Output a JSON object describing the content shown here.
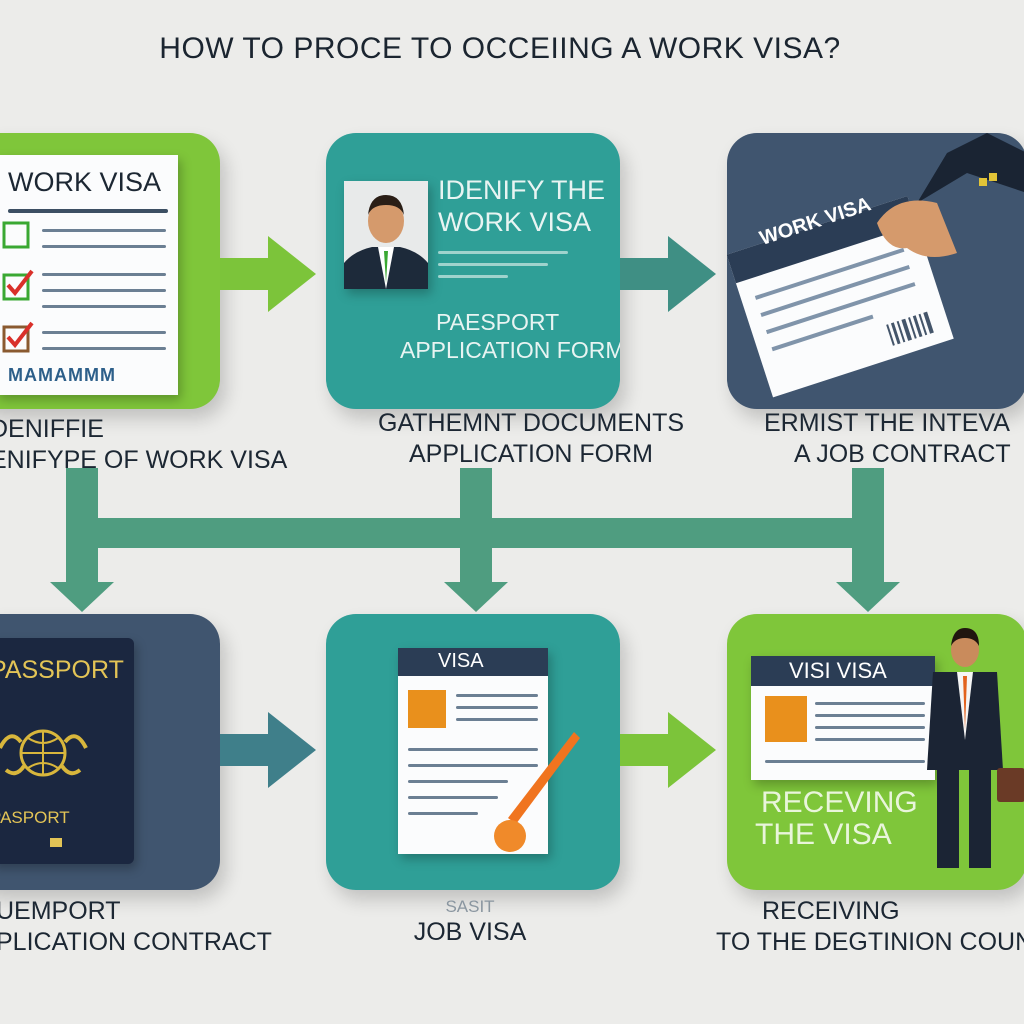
{
  "title": "HOW TO PROCE TO OCCEIING A WORK VISA?",
  "colors": {
    "green": "#7fc63a",
    "teal": "#2f9f97",
    "navy": "#40556f",
    "arrow_green": "#7cc43a",
    "arrow_teal": "#3f8f84",
    "connector": "#4f9d80"
  },
  "steps": [
    {
      "card_title": "WORK VISA",
      "card_footer": "MAMAMMM",
      "caption": [
        "DENIFFIE",
        "ENIFYPE OF WORK VISA"
      ]
    },
    {
      "card_title_1": "IDENIFY THE",
      "card_title_2": "WORK VISA",
      "card_sub_1": "PAESPORT",
      "card_sub_2": "APPLICATION FORM",
      "caption": [
        "GATHEMNT DOCUMENTS",
        "APPLICATION FORM"
      ]
    },
    {
      "card_title": "WORK VISA",
      "caption": [
        "ERMIST THE INTEVA",
        "A JOB CONTRACT"
      ]
    },
    {
      "card_title": "PASSPORT",
      "card_footer": "PASPORT",
      "caption": [
        "UEMPORT",
        "PLICATION CONTRACT"
      ]
    },
    {
      "card_title": "VISA",
      "caption": [
        "SASIT",
        "JOB VISA"
      ]
    },
    {
      "card_title": "VISI VISA",
      "card_sub_1": "RECEVING",
      "card_sub_2": "THE VISA",
      "caption": [
        "RECEIVING",
        "TO THE DEGTINION COUN"
      ]
    }
  ]
}
